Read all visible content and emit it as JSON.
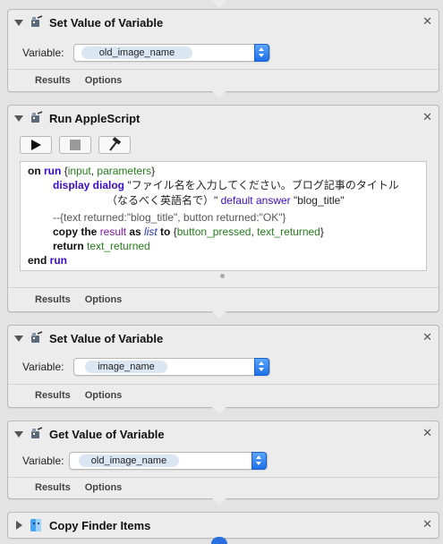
{
  "actions": [
    {
      "title": "Set Value of Variable",
      "variable_label": "Variable:",
      "variable_value": "old_image_name",
      "results_tab": "Results",
      "options_tab": "Options"
    },
    {
      "title": "Run AppleScript",
      "results_tab": "Results",
      "options_tab": "Options",
      "script": {
        "l1_kw_on": "on",
        "l1_run": "run",
        "l1_brace_open": " {",
        "l1_input": "input",
        "l1_comma": ", ",
        "l1_parameters": "parameters",
        "l1_brace_close": "}",
        "l2_display_dialog": "display dialog",
        "l2_string": " \"ファイル名を入力してください。ブログ記事のタイトル",
        "l3_string": "（なるべく英語名で）\" ",
        "l3_default_answer": "default answer",
        "l3_value": " \"blog_title\"",
        "l4_comment": "--{text returned:\"blog_title\", button returned:\"OK\"}",
        "l5_copy": "copy",
        "l5_the": " the ",
        "l5_result": "result",
        "l5_as": " as ",
        "l5_list": "list",
        "l5_to": " to ",
        "l5_brace_open": "{",
        "l5_button_pressed": "button_pressed",
        "l5_comma": ", ",
        "l5_text_returned": "text_returned",
        "l5_brace_close": "}",
        "l6_return": "return",
        "l6_text_returned": " text_returned",
        "l7_end": "end",
        "l7_run": " run"
      }
    },
    {
      "title": "Set Value of Variable",
      "variable_label": "Variable:",
      "variable_value": "image_name",
      "results_tab": "Results",
      "options_tab": "Options"
    },
    {
      "title": "Get Value of Variable",
      "variable_label": "Variable:",
      "variable_value": "old_image_name",
      "results_tab": "Results",
      "options_tab": "Options"
    },
    {
      "title": "Copy Finder Items"
    }
  ],
  "icons": {
    "close": "close-icon",
    "run": "run-icon",
    "stop": "stop-icon",
    "compile": "hammer-icon",
    "automator": "automator-robot-icon",
    "finder": "finder-icon"
  },
  "colors": {
    "panel_bg": "#ececec",
    "background": "#e3e3e3",
    "token_bg": "#dbe6f3",
    "stepper_blue": "#1d6fe8",
    "keyword": "#111111",
    "command": "#3b0bcb",
    "parameter": "#247d1c",
    "variable": "#7f13a1"
  }
}
